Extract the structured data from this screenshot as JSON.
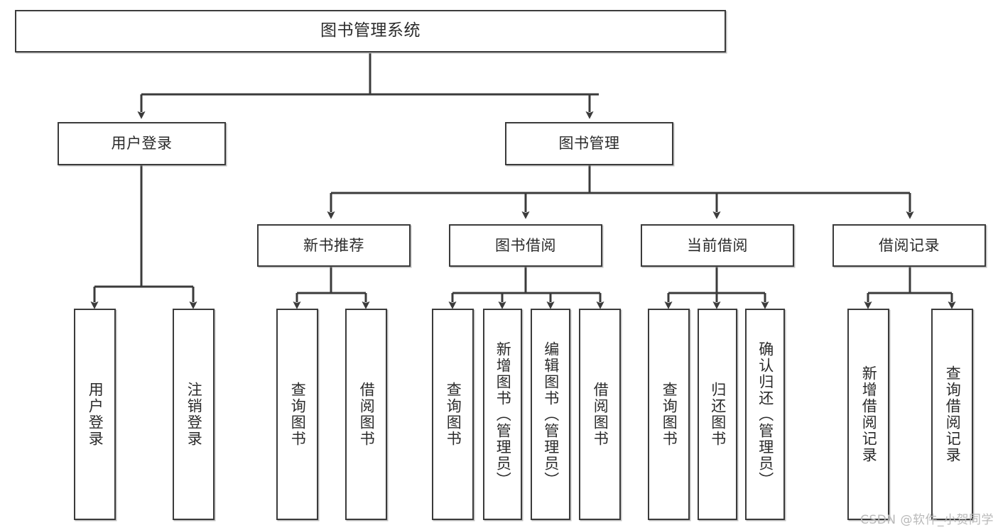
{
  "diagram": {
    "type": "tree-hierarchy",
    "title": "图书管理系统",
    "watermark": "CSDN @软件_小贺同学",
    "colors": {
      "background": "#ffffff",
      "box_border": "#3b3b3b",
      "box_fill": "#ffffff",
      "connector": "#3b3b3b",
      "text": "#2b2b2b",
      "watermark": "#b9b9b9"
    },
    "nodes": {
      "root": {
        "label": "图书管理系统"
      },
      "level2": [
        {
          "id": "user-login",
          "label": "用户登录"
        },
        {
          "id": "book-management",
          "label": "图书管理"
        }
      ],
      "level3": [
        {
          "id": "new-book-recommend",
          "label": "新书推荐"
        },
        {
          "id": "book-borrow",
          "label": "图书借阅"
        },
        {
          "id": "current-borrow",
          "label": "当前借阅"
        },
        {
          "id": "borrow-record",
          "label": "借阅记录"
        }
      ],
      "leaves": {
        "user_login": [
          {
            "id": "leaf-user-login",
            "label": "用户登录"
          },
          {
            "id": "leaf-logout-login",
            "label": "注销登录"
          }
        ],
        "new_book_recommend": [
          {
            "id": "leaf-query-book-1",
            "label": "查询图书"
          },
          {
            "id": "leaf-borrow-book-1",
            "label": "借阅图书"
          }
        ],
        "book_borrow": [
          {
            "id": "leaf-query-book-2",
            "label": "查询图书"
          },
          {
            "id": "leaf-add-book",
            "label": "新增图书（管理员）"
          },
          {
            "id": "leaf-edit-book",
            "label": "编辑图书（管理员）"
          },
          {
            "id": "leaf-borrow-book-2",
            "label": "借阅图书"
          }
        ],
        "current_borrow": [
          {
            "id": "leaf-query-book-3",
            "label": "查询图书"
          },
          {
            "id": "leaf-return-book",
            "label": "归还图书"
          },
          {
            "id": "leaf-confirm-return",
            "label": "确认归还（管理员）"
          }
        ],
        "borrow_record": [
          {
            "id": "leaf-add-record",
            "label": "新增借阅记录"
          },
          {
            "id": "leaf-query-record",
            "label": "查询借阅记录"
          }
        ]
      }
    }
  }
}
